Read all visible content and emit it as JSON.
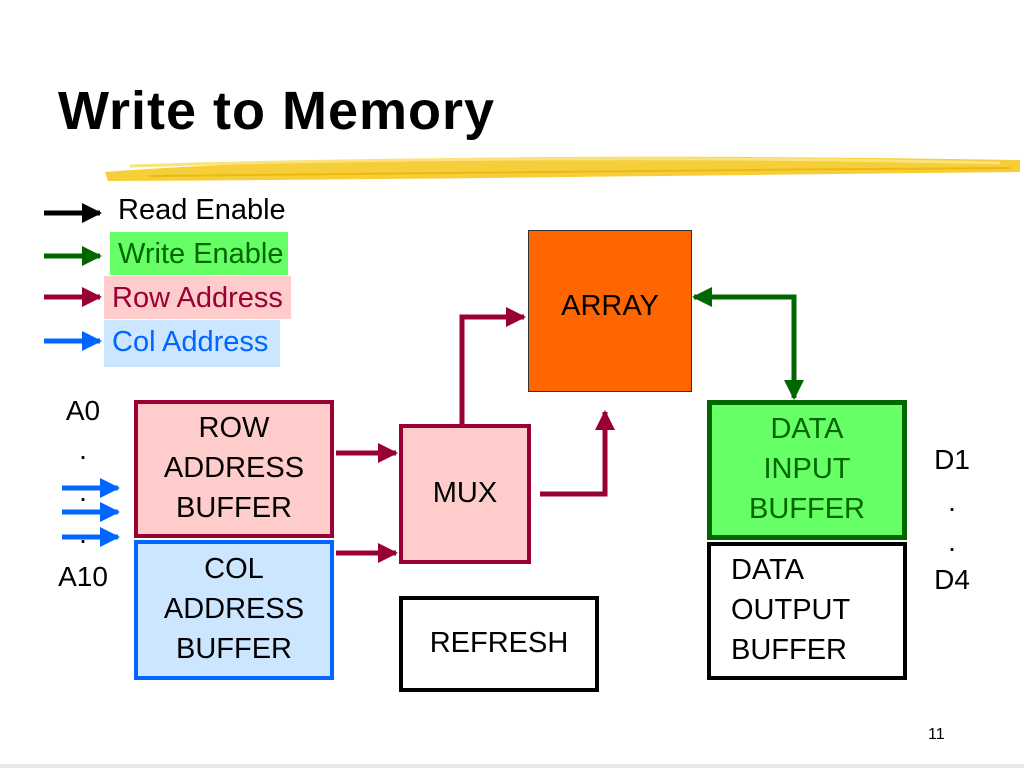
{
  "title": "Write to Memory",
  "legend": {
    "read_enable": "Read Enable",
    "write_enable": "Write Enable",
    "row_address": "Row Address",
    "col_address": "Col Address"
  },
  "address_pins": {
    "first": "A0",
    "dots": ".",
    "last": "A10"
  },
  "data_pins": {
    "first": "D1",
    "dots": ".",
    "last": "D4"
  },
  "blocks": {
    "array": "ARRAY",
    "row_address_buffer": "ROW\nADDRESS\nBUFFER",
    "col_address_buffer": "COL\nADDRESS\nBUFFER",
    "mux": "MUX",
    "refresh": "REFRESH",
    "data_input_buffer": "DATA\nINPUT\nBUFFER",
    "data_output_buffer": "DATA\nOUTPUT\nBUFFER"
  },
  "page_number": "11",
  "colors": {
    "read": "#000000",
    "write": "#006600",
    "row": "#990033",
    "col": "#0066ff",
    "array_fill": "#ff6600",
    "row_fill": "#ffcccc",
    "col_fill": "#cce6ff",
    "write_fill": "#66ff66",
    "highlight": "#f5c518"
  }
}
